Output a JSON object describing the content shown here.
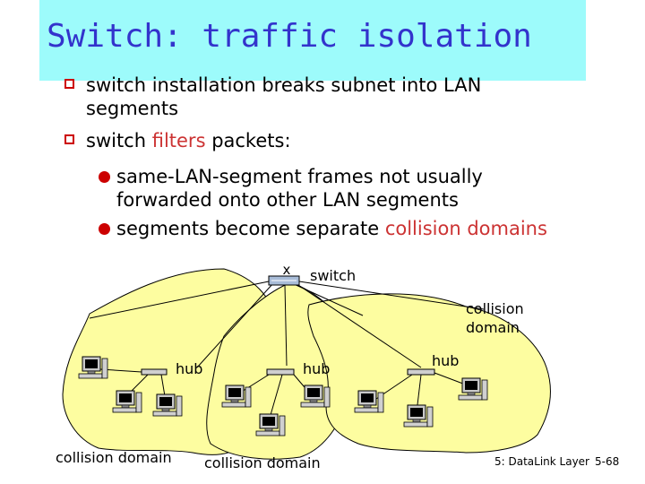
{
  "slide": {
    "title": "Switch: traffic isolation",
    "bullets": [
      {
        "level": 1,
        "lines": [
          "switch installation breaks subnet into LAN",
          "segments"
        ]
      },
      {
        "level": 1,
        "parts": [
          {
            "text": "switch "
          },
          {
            "text": "filters",
            "color": "#cc3333"
          },
          {
            "text": " packets:"
          }
        ]
      },
      {
        "level": 2,
        "lines": [
          "same-LAN-segment frames not usually",
          "forwarded onto other LAN segments"
        ]
      },
      {
        "level": 2,
        "parts": [
          {
            "text": "segments become separate "
          },
          {
            "text": "collision  domains",
            "color": "#cc3333"
          }
        ]
      }
    ]
  },
  "diagram": {
    "switch_label": "switch",
    "collision_domain_right_line1": "collision",
    "collision_domain_right_line2": "domain",
    "hub_left": "hub",
    "hub_middle": "hub",
    "hub_right": "hub",
    "collision_domain_left": "collision domain",
    "collision_domain_middle": "collision domain",
    "colors": {
      "cloud_fill": "#fdfda0",
      "title_bg": "#9dfbfb",
      "title_text": "#3333cc",
      "accent_red": "#cc3333"
    }
  },
  "footer": {
    "course": "5: DataLink Layer",
    "page": "5-68"
  }
}
